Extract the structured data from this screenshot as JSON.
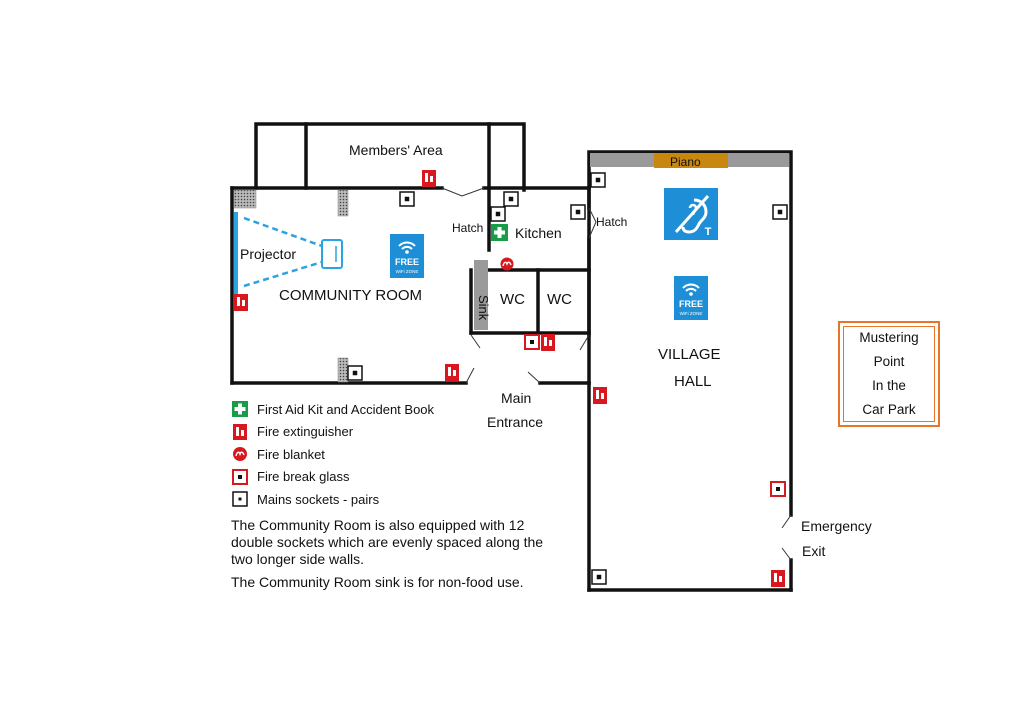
{
  "rooms": {
    "members_area": "Members' Area",
    "community_room": "COMMUNITY ROOM",
    "kitchen": "Kitchen",
    "village_hall_line1": "VILLAGE",
    "village_hall_line2": "HALL",
    "wc_left": "WC",
    "wc_right": "WC",
    "sink": "Sink",
    "piano": "Piano",
    "projector": "Projector"
  },
  "doors": {
    "hatch_left": "Hatch",
    "hatch_right": "Hatch",
    "main_entrance_line1": "Main",
    "main_entrance_line2": "Entrance",
    "emergency_exit_line1": "Emergency",
    "emergency_exit_line2": "Exit"
  },
  "wifi_sign": {
    "line1": "FREE",
    "line2": "WiFi ZONE"
  },
  "hearing_loop": {
    "letter": "T"
  },
  "legend": [
    {
      "icon": "first-aid-icon",
      "label": "First Aid Kit and Accident Book"
    },
    {
      "icon": "fire-extinguisher-icon",
      "label": "Fire extinguisher"
    },
    {
      "icon": "fire-blanket-icon",
      "label": "Fire blanket"
    },
    {
      "icon": "fire-break-glass-icon",
      "label": "Fire break glass"
    },
    {
      "icon": "mains-socket-icon",
      "label": "Mains sockets - pairs"
    }
  ],
  "notes": {
    "sockets": "The Community Room is also equipped with 12 double sockets which are evenly spaced along the two longer side walls.",
    "sink": "The Community Room sink is for non-food use."
  },
  "mustering": [
    "Mustering",
    "Point",
    "In the",
    "Car Park"
  ],
  "colors": {
    "wall": "#111111",
    "first_aid": "#1a9b48",
    "fire_red": "#d7191f",
    "wifi_blue": "#1e8fd6",
    "projector_blue": "#2ba3e0",
    "piano": "#c8870e",
    "muster_orange": "#e8742a",
    "partition_grey": "#9a9a9a"
  }
}
